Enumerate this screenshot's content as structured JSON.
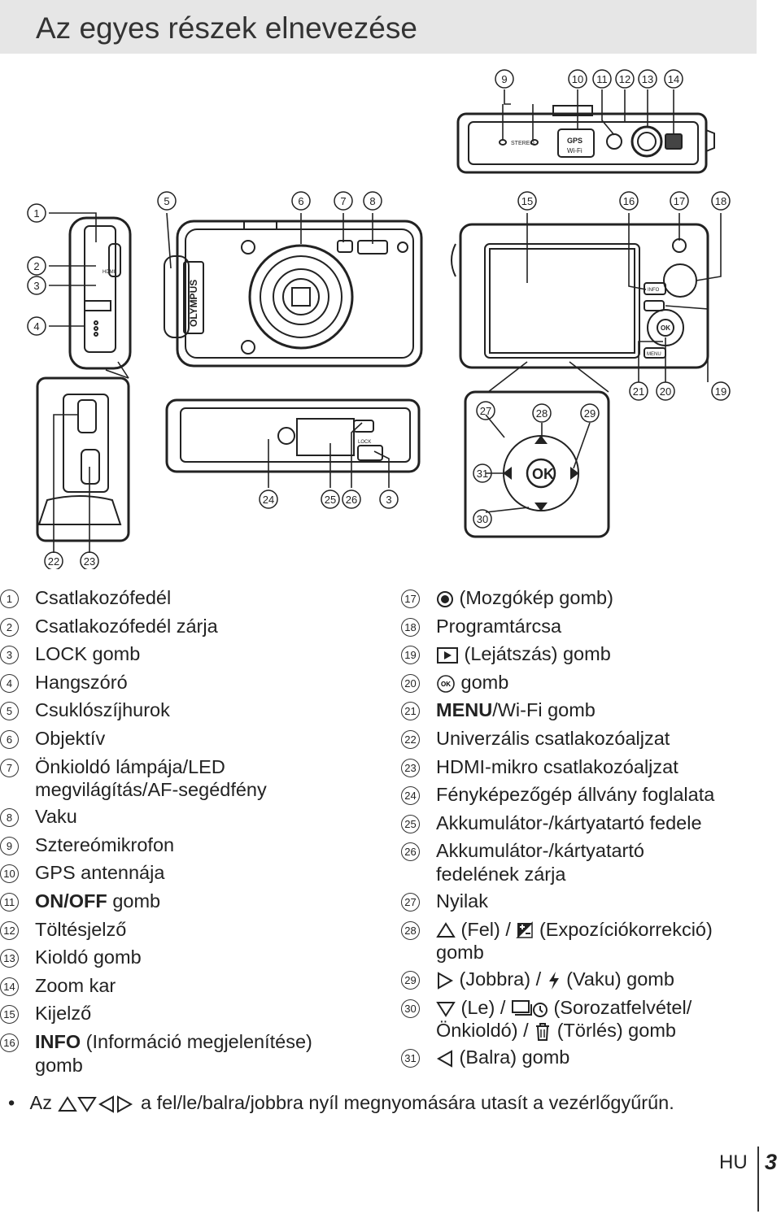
{
  "page_title": "Az egyes részek elnevezése",
  "camera_labels": {
    "stereo": "STEREO",
    "gps": "GPS",
    "wifi": "Wi-Fi",
    "brand": "OLYMPUS",
    "hdmi": "HDMI",
    "lock": "LOCK",
    "info": "INFO",
    "menu": "MENU",
    "ok": "OK"
  },
  "callouts": [
    "1",
    "2",
    "3",
    "4",
    "5",
    "6",
    "7",
    "8",
    "9",
    "10",
    "11",
    "12",
    "13",
    "14",
    "15",
    "16",
    "17",
    "18",
    "19",
    "20",
    "21",
    "22",
    "23",
    "24",
    "25",
    "26",
    "27",
    "28",
    "29",
    "30",
    "31"
  ],
  "parts_left": [
    {
      "n": "1",
      "text": "Csatlakozófedél"
    },
    {
      "n": "2",
      "text": "Csatlakozófedél zárja"
    },
    {
      "n": "3",
      "text": "LOCK gomb"
    },
    {
      "n": "4",
      "text": "Hangszóró"
    },
    {
      "n": "5",
      "text": "Csuklószíjhurok"
    },
    {
      "n": "6",
      "text": "Objektív"
    },
    {
      "n": "7",
      "text": "Önkioldó lámpája/LED",
      "cont": "megvilágítás/AF-segédfény"
    },
    {
      "n": "8",
      "text": "Vaku"
    },
    {
      "n": "9",
      "text": "Sztereómikrofon"
    },
    {
      "n": "10",
      "text": "GPS antennája"
    },
    {
      "n": "11",
      "prefix": "ON/OFF",
      "text": "gomb"
    },
    {
      "n": "12",
      "text": "Töltésjelző"
    },
    {
      "n": "13",
      "text": "Kioldó gomb"
    },
    {
      "n": "14",
      "text": "Zoom kar"
    },
    {
      "n": "15",
      "text": "Kijelző"
    },
    {
      "n": "16",
      "prefix": "INFO",
      "text": "(Információ megjelenítése)",
      "cont": "gomb"
    }
  ],
  "parts_right": [
    {
      "n": "17",
      "icon": "movie-record-icon",
      "text": "(Mozgókép gomb)"
    },
    {
      "n": "18",
      "text": "Programtárcsa"
    },
    {
      "n": "19",
      "icon": "playback-icon",
      "text": "(Lejátszás) gomb"
    },
    {
      "n": "20",
      "icon": "ok-icon",
      "text": "gomb"
    },
    {
      "n": "21",
      "prefix": "MENU",
      "text": "/Wi-Fi gomb"
    },
    {
      "n": "22",
      "text": "Univerzális csatlakozóaljzat"
    },
    {
      "n": "23",
      "text": "HDMI-mikro csatlakozóaljzat"
    },
    {
      "n": "24",
      "text": "Fényképezőgép állvány foglalata"
    },
    {
      "n": "25",
      "text": "Akkumulátor-/kártyatartó fedele"
    },
    {
      "n": "26",
      "text": "Akkumulátor-/kártyatartó",
      "cont": "fedelének zárja"
    },
    {
      "n": "27",
      "text": "Nyilak"
    },
    {
      "n": "28",
      "icon": "up-arrow-icon",
      "text": "(Fel) /",
      "icon2": "exposure-comp-icon",
      "text2": "(Expozíciókorrekció)",
      "cont": "gomb"
    },
    {
      "n": "29",
      "icon": "right-arrow-icon",
      "text": "(Jobbra) /",
      "icon2": "flash-icon",
      "text2": "(Vaku) gomb"
    },
    {
      "n": "30",
      "icon": "down-arrow-icon",
      "text": "(Le) /",
      "icon2": "drive-selftimer-icon",
      "text2": "(Sorozatfelvétel/",
      "cont": "Önkioldó) /",
      "cont_icon": "trash-icon",
      "cont2": "(Törlés) gomb"
    },
    {
      "n": "31",
      "icon": "left-arrow-icon",
      "text": "(Balra) gomb"
    }
  ],
  "note": {
    "bullet": "•",
    "prefix": "Az",
    "text": "a fel/le/balra/jobbra nyíl megnyomására utasít a vezérlőgyűrűn."
  },
  "footer": {
    "lang": "HU",
    "page": "3"
  }
}
